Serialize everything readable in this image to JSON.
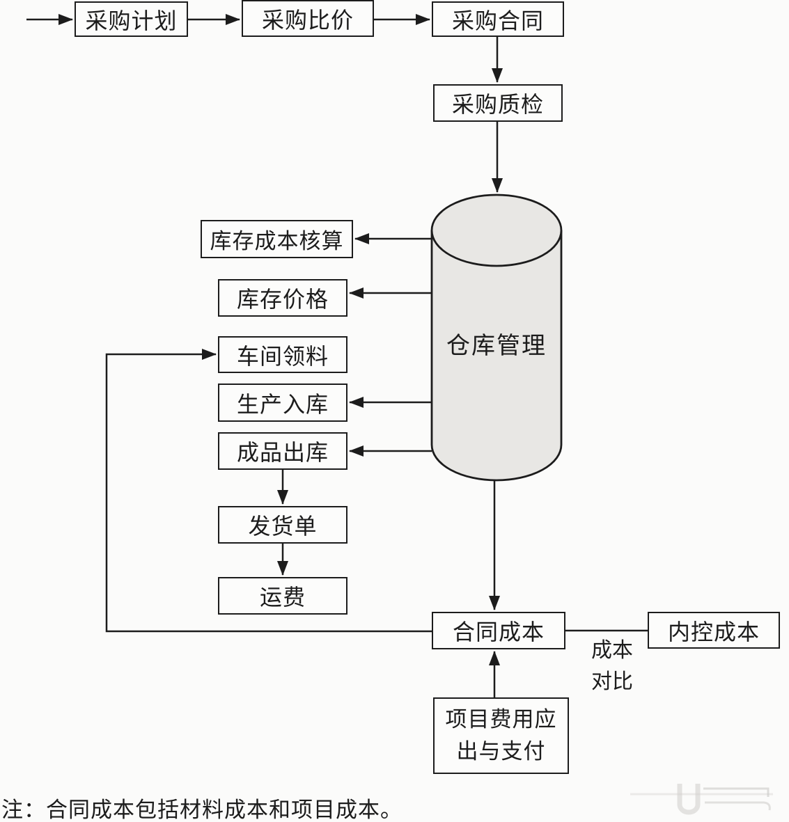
{
  "diagram": {
    "nodes": {
      "plan": {
        "label": "采购计划"
      },
      "compare": {
        "label": "采购比价"
      },
      "contract": {
        "label": "采购合同"
      },
      "inspect": {
        "label": "采购质检"
      },
      "warehouse": {
        "label": "仓库管理"
      },
      "inventory_costing": {
        "label": "库存成本核算"
      },
      "inventory_price": {
        "label": "库存价格"
      },
      "workshop_picking": {
        "label": "车间领料"
      },
      "production_inbound": {
        "label": "生产入库"
      },
      "finished_outbound": {
        "label": "成品出库"
      },
      "delivery_note": {
        "label": "发货单"
      },
      "freight": {
        "label": "运费"
      },
      "contract_cost": {
        "label": "合同成本"
      },
      "internal_control_cost": {
        "label": "内控成本"
      },
      "project_expense": {
        "line1": "项目费用应",
        "line2": "出与支付"
      }
    },
    "edge_labels": {
      "cost_compare": {
        "line1": "成本",
        "line2": "对比"
      }
    },
    "note": "注：合同成本包括材料成本和项目成本。",
    "colors": {
      "line": "#1c1c1c",
      "box_fill": "#fcfcfb",
      "cylinder_fill": "#e8e7e4",
      "background": "#fbfbfa",
      "text": "#1c1c1c"
    }
  }
}
